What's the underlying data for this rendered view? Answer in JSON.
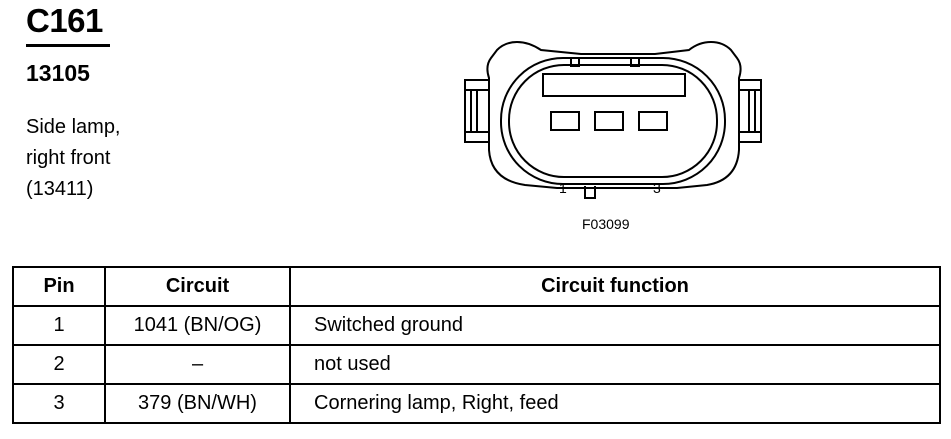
{
  "header": {
    "connector_id": "C161",
    "part_number": "13105",
    "description_lines": [
      "Side lamp,",
      "right front",
      "(13411)"
    ]
  },
  "figure": {
    "pin_labels": [
      "1",
      "3"
    ],
    "figure_code": "F03099"
  },
  "table": {
    "columns": [
      "Pin",
      "Circuit",
      "Circuit function"
    ],
    "rows": [
      {
        "pin": "1",
        "circuit": "1041 (BN/OG)",
        "function": "Switched ground"
      },
      {
        "pin": "2",
        "circuit": "–",
        "function": "not used"
      },
      {
        "pin": "3",
        "circuit": "379 (BN/WH)",
        "function": "Cornering lamp, Right, feed"
      }
    ]
  }
}
